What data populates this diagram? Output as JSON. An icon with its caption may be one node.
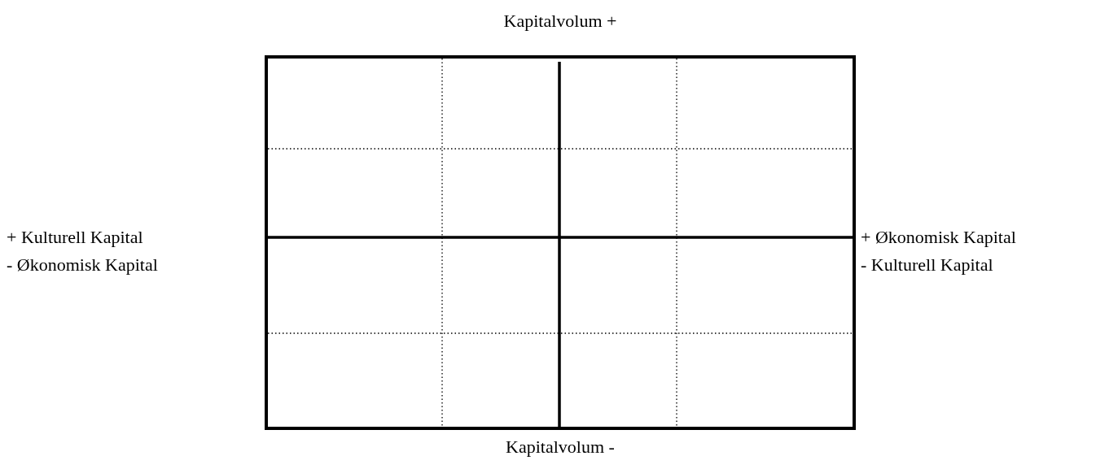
{
  "diagram": {
    "labels": [
      "Kapitalvolum +",
      "+ Kulturell Kapital",
      "- Økonomisk Kapital",
      "+ Økonomisk Kapital",
      "- Kulturell Kapital",
      "Kapitalvolum -"
    ]
  }
}
